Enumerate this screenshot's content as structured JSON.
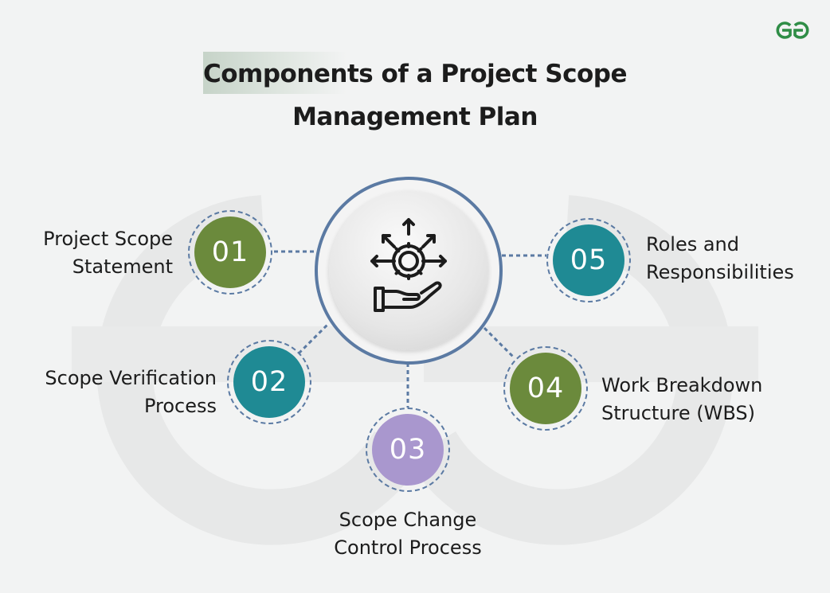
{
  "title": {
    "line1": "Components of a Project Scope",
    "line2": "Management Plan"
  },
  "brand": {
    "icon": "geeksforgeeks-logo",
    "color": "#2f8d46"
  },
  "hub": {
    "icon": "gear-hand-icon",
    "ring_color": "#5b7aa3"
  },
  "components": [
    {
      "number": "01",
      "line1": "Project Scope",
      "line2": "Statement",
      "color": "#6b8a3c"
    },
    {
      "number": "02",
      "line1": "Scope Verification",
      "line2": "Process",
      "color": "#1f8a94"
    },
    {
      "number": "03",
      "line1": "Scope Change",
      "line2": "Control Process",
      "color": "#a997ce"
    },
    {
      "number": "04",
      "line1": "Work Breakdown",
      "line2": "Structure (WBS)",
      "color": "#6b8a3c"
    },
    {
      "number": "05",
      "line1": "Roles and",
      "line2": "Responsibilities",
      "color": "#1f8a94"
    }
  ]
}
